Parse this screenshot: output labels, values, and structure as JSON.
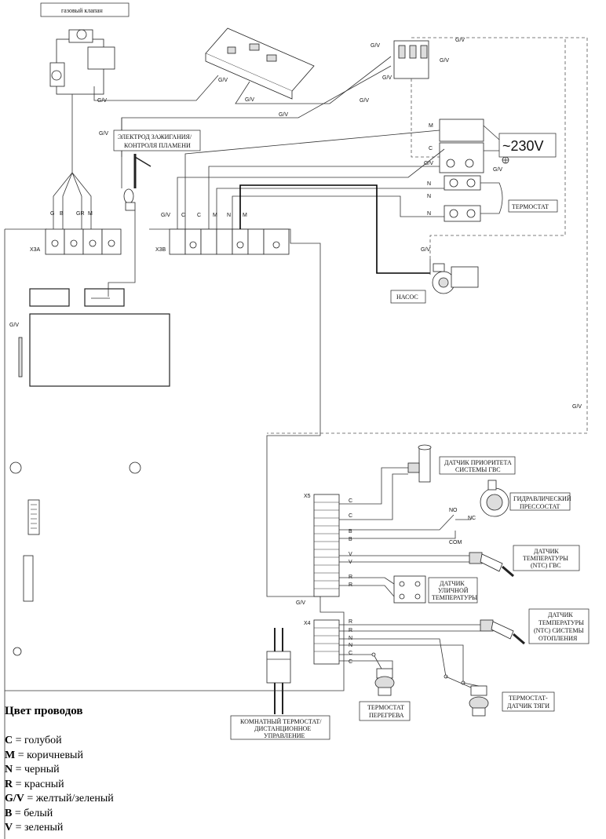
{
  "components": {
    "gas_valve": "газовый клапан",
    "ignition_electrode_line1": "ЭЛЕКТРОД ЗАЖИГАНИЯ/",
    "ignition_electrode_line2": "КОНТРОЛЯ ПЛАМЕНИ",
    "voltage": "~230V",
    "thermostat": "ТЕРМОСТАТ",
    "pump": "НАСОС",
    "dhw_priority_sensor_line1": "ДАТЧИК ПРИОРИТЕТА",
    "dhw_priority_sensor_line2": "СИСТЕМЫ ГВС",
    "pressure_switch_line1": "ГИДРАВЛИЧЕСКИЙ",
    "pressure_switch_line2": "ПРЕССОСТАТ",
    "dhw_ntc_line1": "ДАТЧИК",
    "dhw_ntc_line2": "ТЕМПЕРАТУРЫ",
    "dhw_ntc_line3": "(NTC) ГВС",
    "outdoor_sensor_line1": "ДАТЧИК",
    "outdoor_sensor_line2": "УЛИЧНОЙ",
    "outdoor_sensor_line3": "ТЕМПЕРАТУРЫ",
    "heating_ntc_line1": "ДАТЧИК",
    "heating_ntc_line2": "ТЕМПЕРАТУРЫ",
    "heating_ntc_line3": "(NTC) СИСТЕМЫ",
    "heating_ntc_line4": "ОТОПЛЕНИЯ",
    "overheat_thermostat_line1": "ТЕРМОСТАТ",
    "overheat_thermostat_line2": "ПЕРЕГРЕВА",
    "flue_thermostat_line1": "ТЕРМОСТАТ-",
    "flue_thermostat_line2": "ДАТЧИК ТЯГИ",
    "room_thermostat_line1": "КОМНАТНЫЙ ТЕРМОСТАТ/",
    "room_thermostat_line2": "ДИСТАНЦИОННОЕ",
    "room_thermostat_line3": "УПРАВЛЕНИЕ"
  },
  "connectors": {
    "x3a": "X3A",
    "x3b": "X3B",
    "x5": "X5",
    "x4": "X4"
  },
  "wire_codes": {
    "gv": "G/V",
    "g": "G",
    "b": "B",
    "gr": "GR",
    "m": "M",
    "c": "C",
    "n": "N",
    "v": "V",
    "r": "R",
    "no": "NO",
    "nc": "NC",
    "com": "COM"
  },
  "legend": {
    "title": "Цвет проводов",
    "items": [
      {
        "code": "C",
        "text": " = голубой"
      },
      {
        "code": "M",
        "text": " = коричневый"
      },
      {
        "code": "N",
        "text": " = черный"
      },
      {
        "code": "R",
        "text": " = красный"
      },
      {
        "code": "G/V",
        "text": " = желтый/зеленый"
      },
      {
        "code": "B",
        "text": " = белый"
      },
      {
        "code": "V",
        "text": " = зеленый"
      }
    ]
  }
}
